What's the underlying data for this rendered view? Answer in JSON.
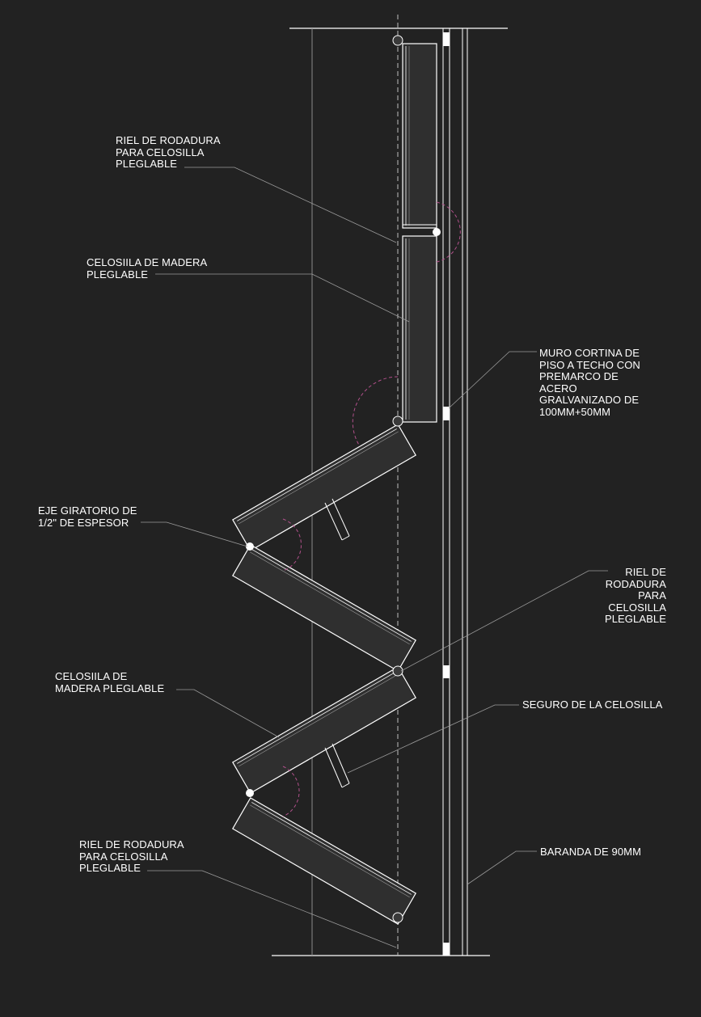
{
  "colors": {
    "background": "#222222",
    "line": "#ffffff",
    "leader": "#9a9a9a",
    "swing_arc": "#b0508a",
    "panel_fill": "#2f2f2f"
  },
  "labels": {
    "riel_top": "RIEL DE RODADURA\nPARA CELOSILLA\nPLEGLABLE",
    "celosia_top": "CELOSIILA DE MADERA\nPLEGLABLE",
    "muro_cortina": "MURO CORTINA DE\nPISO A TECHO CON\nPREMARCO DE\nACERO\nGRALVANIZADO DE\n100MM+50MM",
    "eje": "EJE GIRATORIO DE\n1/2\" DE ESPESOR",
    "riel_right": "RIEL DE\nRODADURA\nPARA\nCELOSILLA\nPLEGLABLE",
    "celosia_mid": "CELOSIILA DE\nMADERA PLEGLABLE",
    "seguro": "SEGURO DE LA CELOSILLA",
    "riel_bottom": "RIEL DE RODADURA\nPARA CELOSILLA\nPLEGLABLE",
    "baranda": "BARANDA DE 90MM"
  }
}
